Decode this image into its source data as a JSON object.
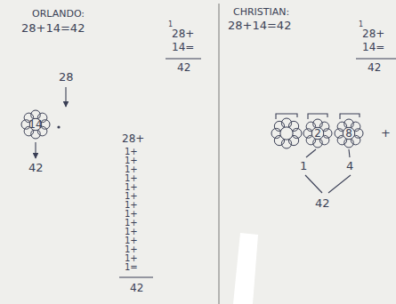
{
  "diagram": {
    "nodes": [
      {
        "text": [
          "14"
        ]
      },
      {
        "text": [
          "2"
        ]
      },
      {
        "text": [
          "8"
        ]
      }
    ],
    "labels": [
      "ORLANDO:",
      "28+14=42",
      "1",
      "28+",
      "14=",
      "42",
      "28",
      "42",
      "28+",
      "1+",
      "1+",
      "1+",
      "1+",
      "1+",
      "1+",
      "1+",
      "1+",
      "1+",
      "1+",
      "1+",
      "1+",
      "1+",
      "1=",
      "42",
      "CHRISTIAN:",
      "28+14=42",
      "1",
      "28+",
      "14=",
      "42",
      "1",
      "4",
      "42",
      "+"
    ]
  }
}
